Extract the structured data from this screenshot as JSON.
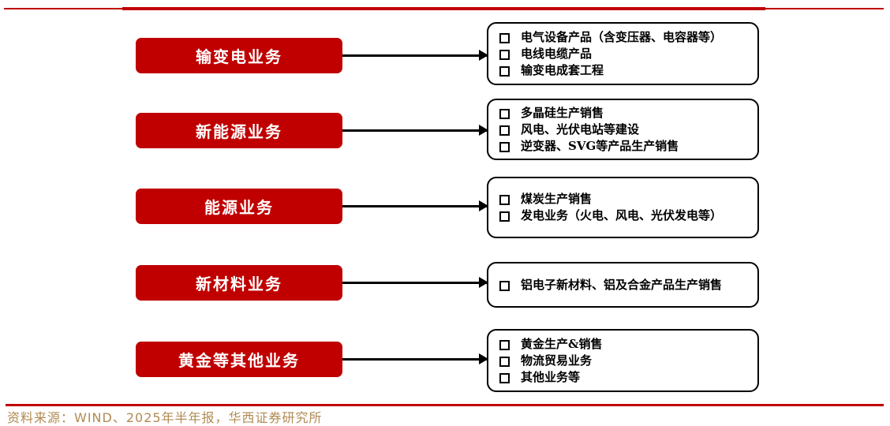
{
  "businesses": [
    {
      "label": "输变电业务",
      "items": [
        "电气设备产品（含变压器、电容器等）",
        "电线电缆产品",
        "输变电成套工程"
      ]
    },
    {
      "label": "新能源业务",
      "items": [
        "多晶硅生产销售",
        "风电、光伏电站等建设",
        "逆变器、SVG等产品生产销售"
      ]
    },
    {
      "label": "能源业务",
      "items": [
        "煤炭生产销售",
        "发电业务（火电、风电、光伏发电等）"
      ]
    },
    {
      "label": "新材料业务",
      "items": [
        "铝电子新材料、铝及合金产品生产销售"
      ]
    },
    {
      "label": "黄金等其他业务",
      "items": [
        "黄金生产&销售",
        "物流贸易业务",
        "其他业务等"
      ]
    }
  ],
  "footer": "资料来源：WIND、2025年半年报，华西证券研究所",
  "colors": {
    "accent": "#c00000",
    "footer": "#b08a52"
  }
}
